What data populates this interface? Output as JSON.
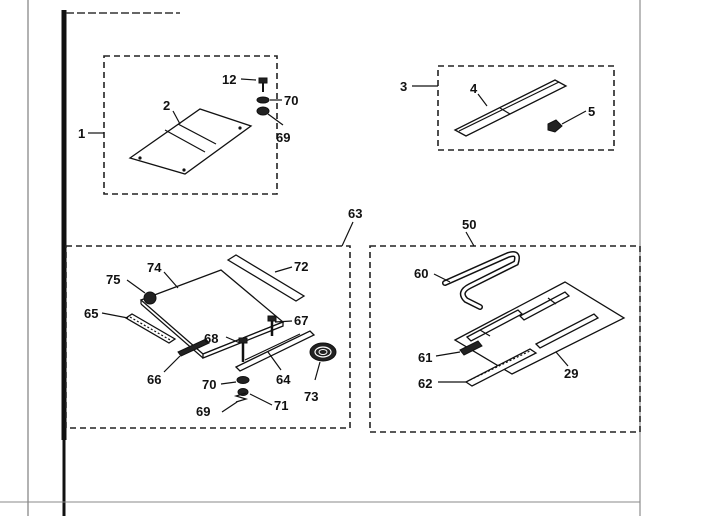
{
  "callouts": {
    "c1": "1",
    "c2": "2",
    "c12": "12",
    "c70a": "70",
    "c69a": "69",
    "c3": "3",
    "c4": "4",
    "c5": "5",
    "c63": "63",
    "c75": "75",
    "c74": "74",
    "c72": "72",
    "c65": "65",
    "c67": "67",
    "c68": "68",
    "c66": "66",
    "c64": "64",
    "c73": "73",
    "c70b": "70",
    "c71": "71",
    "c69b": "69",
    "c50": "50",
    "c60": "60",
    "c61": "61",
    "c62": "62",
    "c29": "29"
  }
}
